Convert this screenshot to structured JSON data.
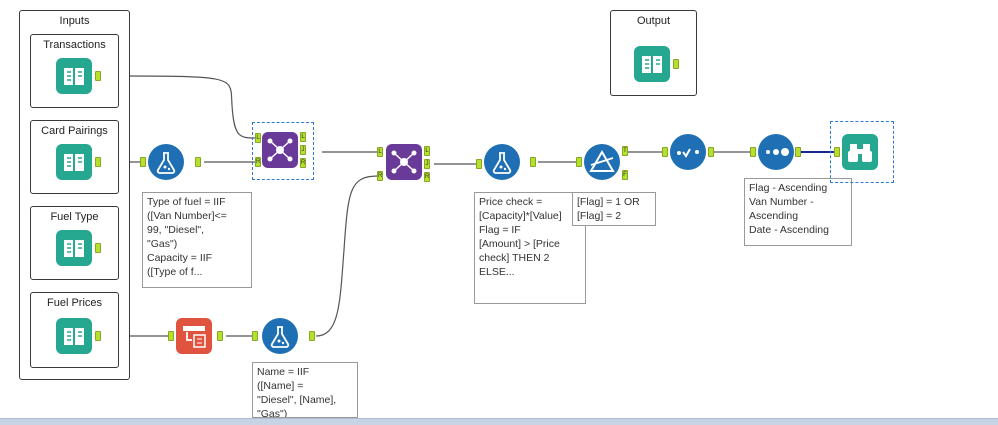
{
  "containers": {
    "inputs": "Inputs",
    "transactions": "Transactions",
    "card_pairings": "Card Pairings",
    "fuel_type": "Fuel Type",
    "fuel_prices": "Fuel Prices",
    "output": "Output"
  },
  "annotations": {
    "formula1": "Type of fuel = IIF\n([Van Number]<=\n99, \"Diesel\",\n\"Gas\")\nCapacity = IIF\n([Type of f...",
    "formula2": "Name = IIF\n([Name] =\n\"Diesel\", [Name],\n\"Gas\")",
    "formula3": "Price check =\n[Capacity]*[Value]\nFlag = IF\n[Amount] > [Price\ncheck] THEN 2\nELSE...",
    "filter": "[Flag] = 1 OR\n[Flag] = 2",
    "sort": "Flag - Ascending\nVan Number -\nAscending\nDate - Ascending"
  },
  "anchor_labels": {
    "left": "L",
    "join": "J",
    "right": "R",
    "true": "T",
    "false": "F"
  },
  "colors": {
    "input_tool": "#25a88f",
    "formula_tool": "#1e6fb3",
    "join_tool": "#6a3a99",
    "filter_tool": "#1e6fb3",
    "select_tool": "#1e6fb3",
    "sort_tool": "#1e6fb3",
    "text_to_columns_tool": "#e0533f",
    "browse_tool": "#25a88f",
    "anchor": "#b4e12a",
    "connection": "#555555"
  }
}
